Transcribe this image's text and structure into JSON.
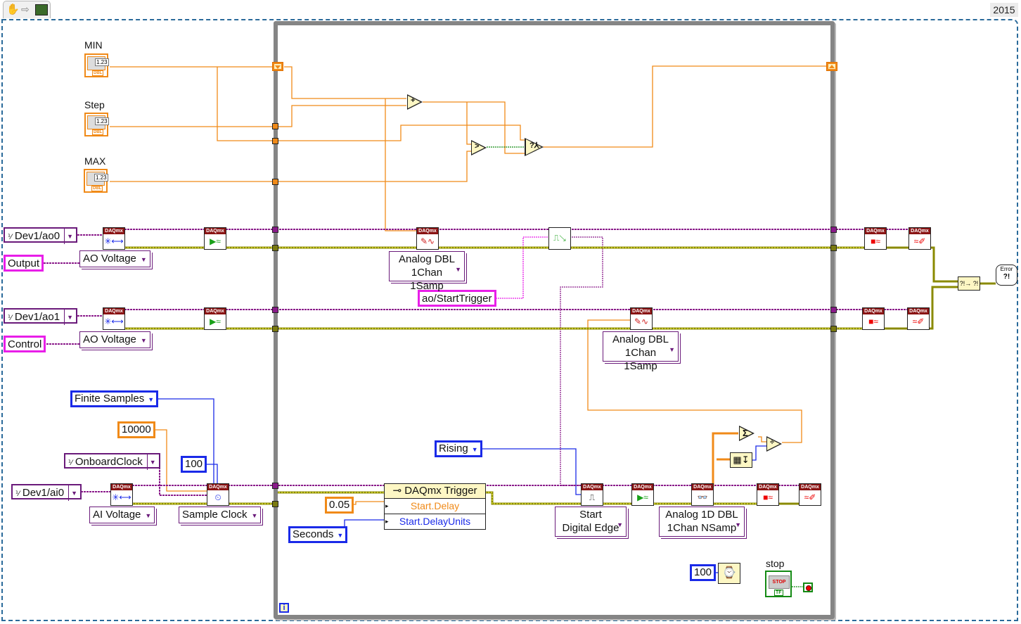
{
  "toolbar": {
    "icons": [
      "hand-icon",
      "arrow-icon",
      "vi-icon"
    ],
    "version": "2015"
  },
  "controls": {
    "min": {
      "label": "MIN",
      "value": "1.23",
      "type": "DBL"
    },
    "step": {
      "label": "Step",
      "value": "1.23",
      "type": "DBL"
    },
    "max": {
      "label": "MAX",
      "value": "1.23",
      "type": "DBL"
    },
    "stop": {
      "label": "stop",
      "button_text": "STOP",
      "type": "TF"
    }
  },
  "channels": {
    "ao0": {
      "name": "Dev1/ao0",
      "prefix": "I/O"
    },
    "ao1": {
      "name": "Dev1/ao1",
      "prefix": "I/O"
    },
    "ai0": {
      "name": "Dev1/ai0",
      "prefix": "I/O"
    },
    "clock_source": {
      "name": "OnboardClock",
      "prefix": "I/O"
    }
  },
  "constants": {
    "output": "Output",
    "control": "Control",
    "ao_start_trigger": "ao/StartTrigger",
    "finite_samples": "Finite Samples",
    "rate": "10000",
    "samples": "100",
    "delay": "0.05",
    "delay_units": "Seconds",
    "edge": "Rising",
    "wait_ms": "100"
  },
  "selectors": {
    "ao_voltage_1": "AO Voltage",
    "ao_voltage_2": "AO Voltage",
    "ai_voltage": "AI Voltage",
    "sample_clock": "Sample Clock",
    "write1_line1": "Analog DBL",
    "write1_line2": "1Chan 1Samp",
    "write2_line1": "Analog DBL",
    "write2_line2": "1Chan 1Samp",
    "read_line1": "Analog 1D DBL",
    "read_line2": "1Chan NSamp",
    "trig_line1": "Start",
    "trig_line2": "Digital Edge"
  },
  "property_node": {
    "title": "DAQmx Trigger",
    "rows": [
      "Start.Delay",
      "Start.DelayUnits"
    ]
  },
  "daqmx_header": "DAQmx",
  "loop": {
    "iteration_terminal": "i"
  },
  "error_handler": {
    "label": "Error",
    "symbol": "?!"
  },
  "colors": {
    "numeric_wire": "#f08a18",
    "task_wire": "#8a1a8a",
    "error_wire": "#c8c800",
    "enum_wire": "#1a2ae8",
    "string_wire": "#e81ee8",
    "boolean_wire": "#138a13"
  }
}
